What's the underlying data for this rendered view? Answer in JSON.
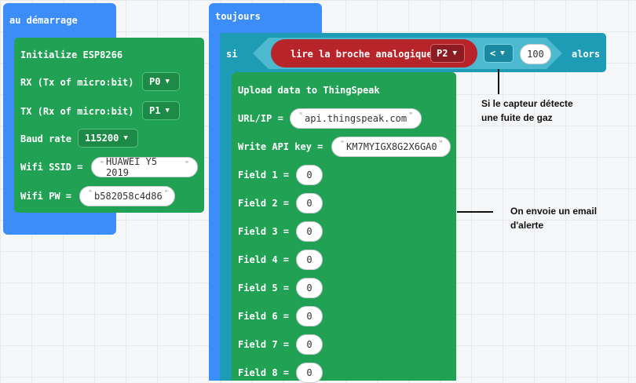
{
  "on_start": {
    "hat_label": "au démarrage",
    "init_label": "Initialize ESP8266",
    "rx": {
      "label": "RX (Tx of micro:bit)",
      "value": "P0"
    },
    "tx": {
      "label": "TX (Rx of micro:bit)",
      "value": "P1"
    },
    "baud": {
      "label": "Baud rate",
      "value": "115200"
    },
    "ssid": {
      "label": "Wifi SSID =",
      "value": "HUAWEI Y5 2019"
    },
    "pw": {
      "label": "Wifi PW =",
      "value": "b582058c4d86"
    }
  },
  "forever": {
    "hat_label": "toujours",
    "if_label": "si",
    "then_label": "alors",
    "analog_read_label": "lire la broche analogique",
    "analog_pin": "P2",
    "operator": "<",
    "threshold": "100",
    "upload": {
      "title": "Upload data to ThingSpeak",
      "url_label": "URL/IP =",
      "url_value": "api.thingspeak.com",
      "key_label": "Write API key =",
      "key_value": "KM7MYIGX8G2X6GA0",
      "fields": [
        {
          "label": "Field 1 =",
          "value": "0"
        },
        {
          "label": "Field 2 =",
          "value": "0"
        },
        {
          "label": "Field 3 =",
          "value": "0"
        },
        {
          "label": "Field 4 =",
          "value": "0"
        },
        {
          "label": "Field 5 =",
          "value": "0"
        },
        {
          "label": "Field 6 =",
          "value": "0"
        },
        {
          "label": "Field 7 =",
          "value": "0"
        },
        {
          "label": "Field 8 =",
          "value": "0"
        }
      ]
    }
  },
  "annotations": {
    "gas_line1": "Si le capteur détecte",
    "gas_line2": "une fuite de gaz",
    "email_line1": "On envoie un email",
    "email_line2": "d'alerte"
  },
  "colors": {
    "events_blue": "#3c8dfa",
    "esp_green": "#21a154",
    "logic_cyan": "#1e9bb5",
    "pins_red": "#b7242a"
  }
}
